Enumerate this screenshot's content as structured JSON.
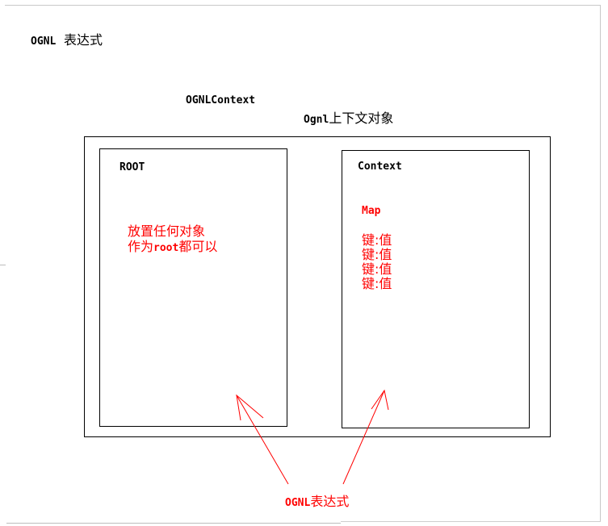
{
  "title": {
    "prefix": "OGNL",
    "suffix": "表达式"
  },
  "context_label": "OGNLContext",
  "context_label_cn": {
    "prefix": "Ognl",
    "suffix": "上下文对象"
  },
  "root_panel": {
    "title": "ROOT",
    "line1": "放置任何对象",
    "line2_prefix": "作为",
    "line2_code": "root",
    "line2_suffix": "都可以"
  },
  "context_panel": {
    "title": "Context",
    "map_label": "Map",
    "entries": [
      "键:值",
      "键:值",
      "键:值",
      "键:值"
    ]
  },
  "bottom_label": {
    "prefix": "OGNL",
    "suffix": "表达式"
  },
  "colors": {
    "annotation": "#ff0000",
    "lines": "#000000"
  }
}
